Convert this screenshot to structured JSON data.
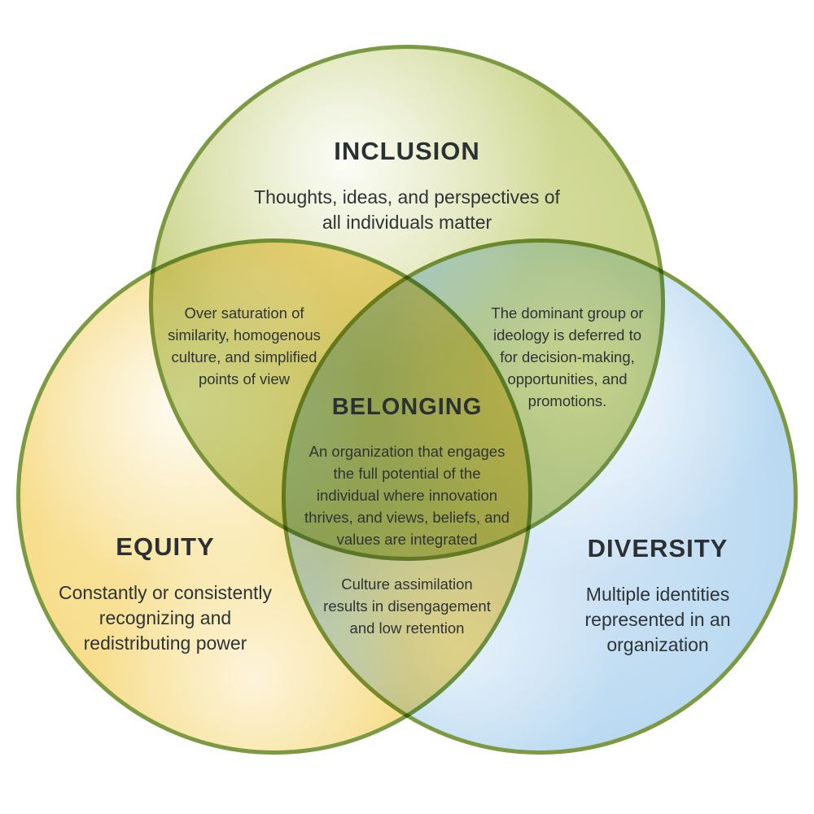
{
  "diagram": {
    "type": "venn",
    "background_color": "#ffffff",
    "stroke_color": "#7b9a41",
    "text_color": "#2e3435",
    "sets": {
      "inclusion": {
        "title": "INCLUSION",
        "description": "Thoughts, ideas, and perspectives of\nall individuals matter",
        "fill_color": "#cbd58c"
      },
      "equity": {
        "title": "EQUITY",
        "description": "Constantly or consistently\nrecognizing and\nredistributing power",
        "fill_color": "#f7dd8c"
      },
      "diversity": {
        "title": "DIVERSITY",
        "description": "Multiple identities\nrepresented in an\norganization",
        "fill_color": "#b9d9f1"
      }
    },
    "intersections": {
      "inclusion_equity": {
        "text": "Over saturation of\nsimilarity, homogenous\nculture, and simplified\npoints of view"
      },
      "inclusion_diversity": {
        "text": "The dominant group or\nideology is deferred to\nfor decision-making,\nopportunities, and\npromotions."
      },
      "equity_diversity": {
        "text": "Culture assimilation\nresults in disengagement\nand low retention"
      },
      "all_three": {
        "title": "BELONGING",
        "description": "An organization that engages\nthe full potential of the\nindividual where innovation\nthrives, and views, beliefs, and\nvalues are integrated"
      }
    }
  }
}
